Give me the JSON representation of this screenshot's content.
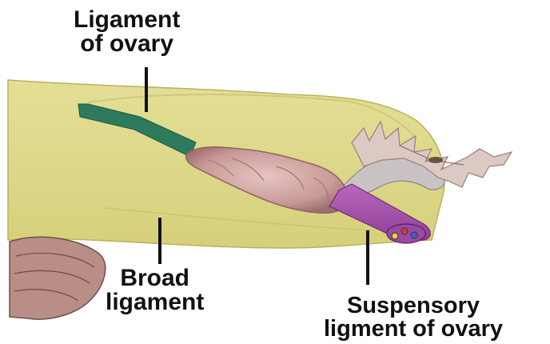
{
  "labels": {
    "ligament_of_ovary": {
      "line1": "Ligament",
      "line2": "of ovary"
    },
    "broad_ligament": {
      "line1": "Broad",
      "line2": "ligament"
    },
    "suspensory_ligament": {
      "line1": "Suspensory",
      "line2": "ligment of ovary"
    }
  },
  "colors": {
    "broad_ligament": "#ddd98a",
    "ligament_of_ovary": "#2e7a5c",
    "ovary": "#c99a97",
    "suspensory_ligament": "#a254a9",
    "fimbriae": "#d8c5c0",
    "uterus": "#b88e86",
    "leader_lines": "#111111"
  },
  "vessel_dots": [
    "#e8d23a",
    "#d23b3b",
    "#3b5fd2"
  ]
}
